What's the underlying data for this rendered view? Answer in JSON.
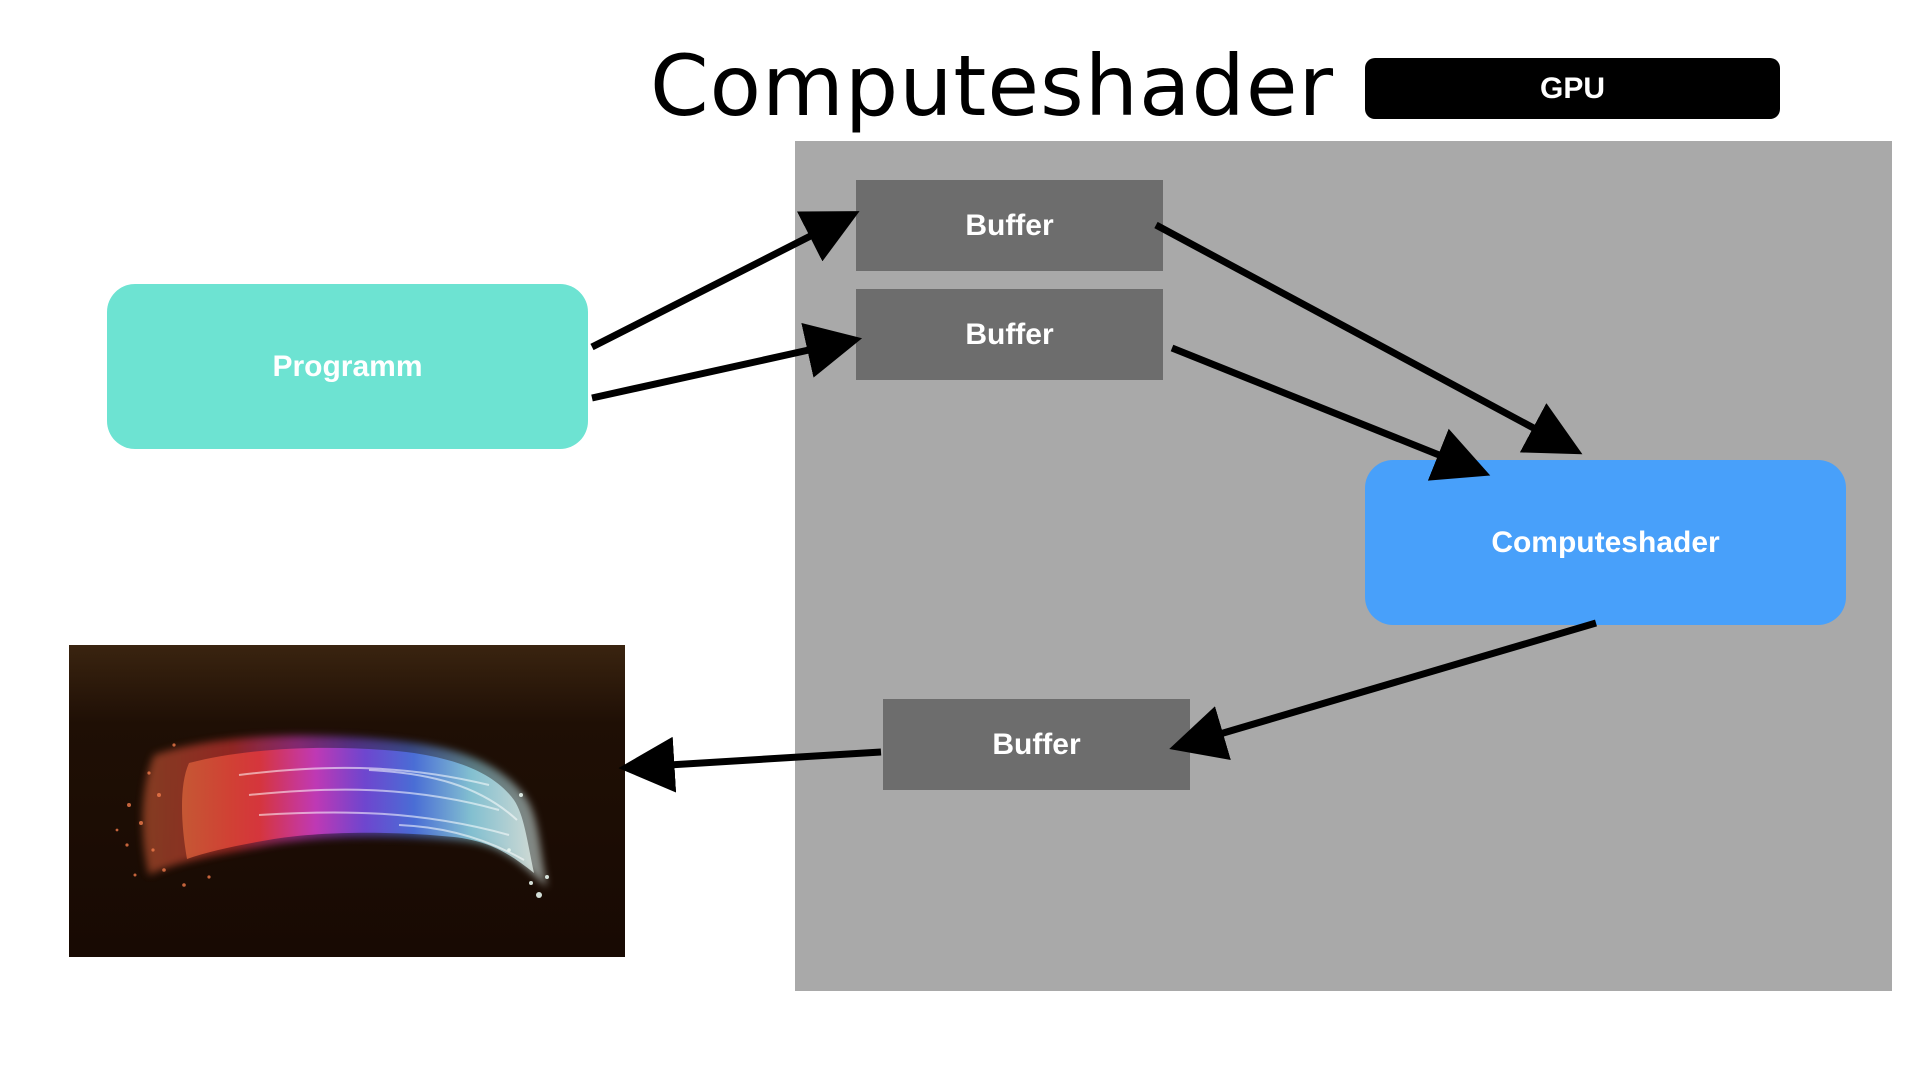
{
  "title": "Computeshader",
  "gpu_label": "GPU",
  "nodes": {
    "programm": "Programm",
    "buffer_top": "Buffer",
    "buffer_middle": "Buffer",
    "buffer_bottom": "Buffer",
    "computeshader": "Computeshader"
  },
  "colors": {
    "gpu_area": "#a9a9a9",
    "buffer": "#6d6d6d",
    "programm": "#6de3d2",
    "computeshader": "#48a0fa",
    "arrow": "#000000"
  },
  "edges": [
    {
      "from": "programm",
      "to": "buffer_top"
    },
    {
      "from": "programm",
      "to": "buffer_middle"
    },
    {
      "from": "buffer_top",
      "to": "computeshader"
    },
    {
      "from": "buffer_middle",
      "to": "computeshader"
    },
    {
      "from": "computeshader",
      "to": "buffer_bottom"
    },
    {
      "from": "buffer_bottom",
      "to": "particle_render_image"
    }
  ]
}
